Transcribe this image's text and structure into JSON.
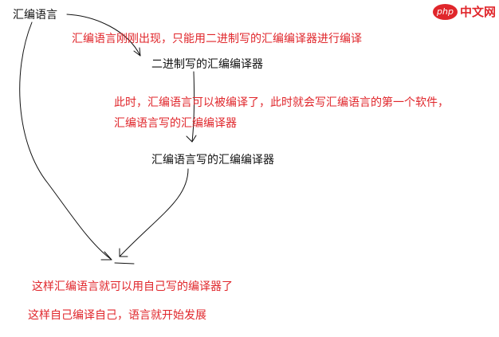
{
  "nodes": {
    "assembly_language": "汇编语言",
    "binary_compiler": "二进制写的汇编编译器",
    "assembly_written_compiler": "汇编语言写的汇编编译器"
  },
  "annotations": {
    "first": "汇编语言刚刚出现，只能用二进制写的汇编编译器进行编译",
    "second_line1": "此时，汇编语言可以被编译了，此时就会写汇编语言的第一个软件，",
    "second_line2": "汇编语言写的汇编编译器",
    "third": "这样汇编语言就可以用自己写的编译器了",
    "fourth": "这样自己编译自己，语言就开始发展"
  },
  "watermark": {
    "badge": "php",
    "text": "中文网"
  },
  "colors": {
    "node_text": "#111111",
    "annotation_text": "#e0262b",
    "arrow_stroke": "#111111",
    "watermark": "#e0262b"
  }
}
